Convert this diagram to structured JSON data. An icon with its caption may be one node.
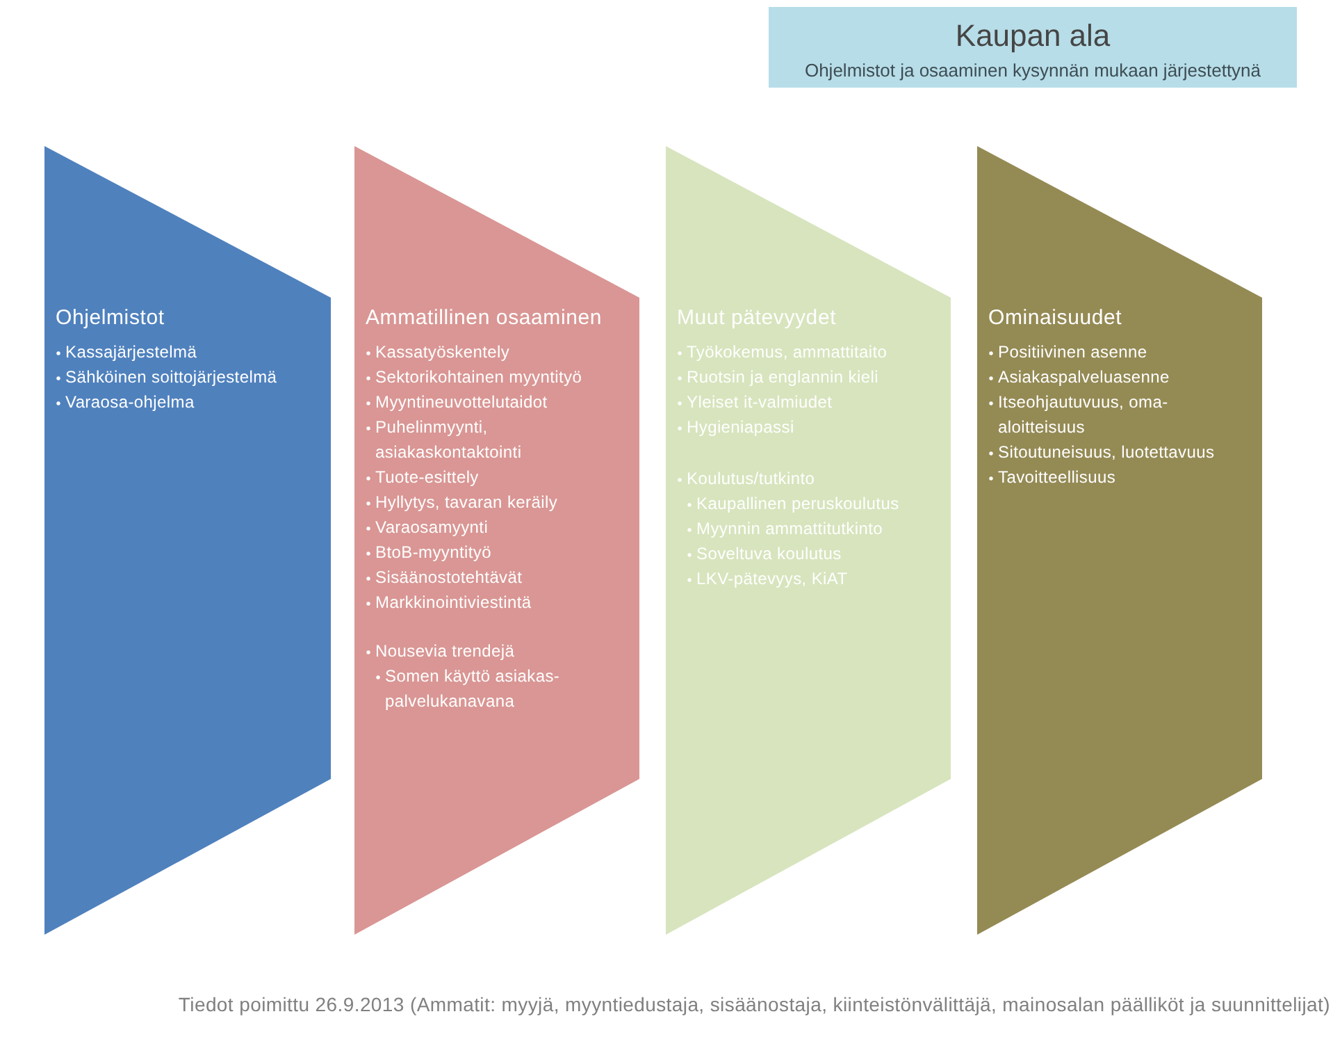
{
  "diagram": {
    "nodes": [
      {
        "text": [
          "Kaupan ala",
          "Ohjelmistot ja osaaminen kysynnän mukaan järjestettynä"
        ]
      },
      {
        "text": [
          "Ohjelmistot",
          "Kassajärjestelmä",
          "Sähköinen soittojärjestelmä",
          "Varaosa-ohjelma"
        ]
      },
      {
        "text": [
          "Ammatillinen osaaminen",
          "Kassatyöskentely",
          "Sektorikohtainen myyntityö",
          "Myyntineuvottelutaidot",
          "Puhelinmyynti, asiakaskontaktointi",
          "Tuote-esittely",
          "Hyllytys, tavaran keräily",
          "Varaosamyynti",
          "BtoB-myyntityö",
          "Sisäänostotehtävät",
          "Markkinointiviestintä",
          "Nousevia trendejä",
          "Somen käyttö asiakas- palvelukanavana"
        ]
      },
      {
        "text": [
          "Muut pätevyydet",
          "Työkokemus, ammattitaito",
          "Ruotsin ja englannin kieli",
          "Yleiset it-valmiudet",
          "Hygieniapassi",
          "Koulutus/tutkinto",
          "Kaupallinen peruskoulutus",
          "Myynnin ammattitutkinto",
          "Soveltuva koulutus",
          "LKV-pätevyys, KiAT"
        ]
      },
      {
        "text": [
          "Ominaisuudet",
          "Positiivinen asenne",
          "Asiakaspalveluasenne",
          "Itseohjautuvuus, oma- aloitteisuus",
          "Sitoutuneisuus, luotettavuus",
          "Tavoitteellisuus"
        ]
      }
    ],
    "caption": "Tiedot poimittu 26.9.2013 (Ammatit: myyjä, myyntiedustaja, sisäänostaja, kiinteistönvälittäjä, mainosalan päälliköt ja suunnittelijat)"
  }
}
